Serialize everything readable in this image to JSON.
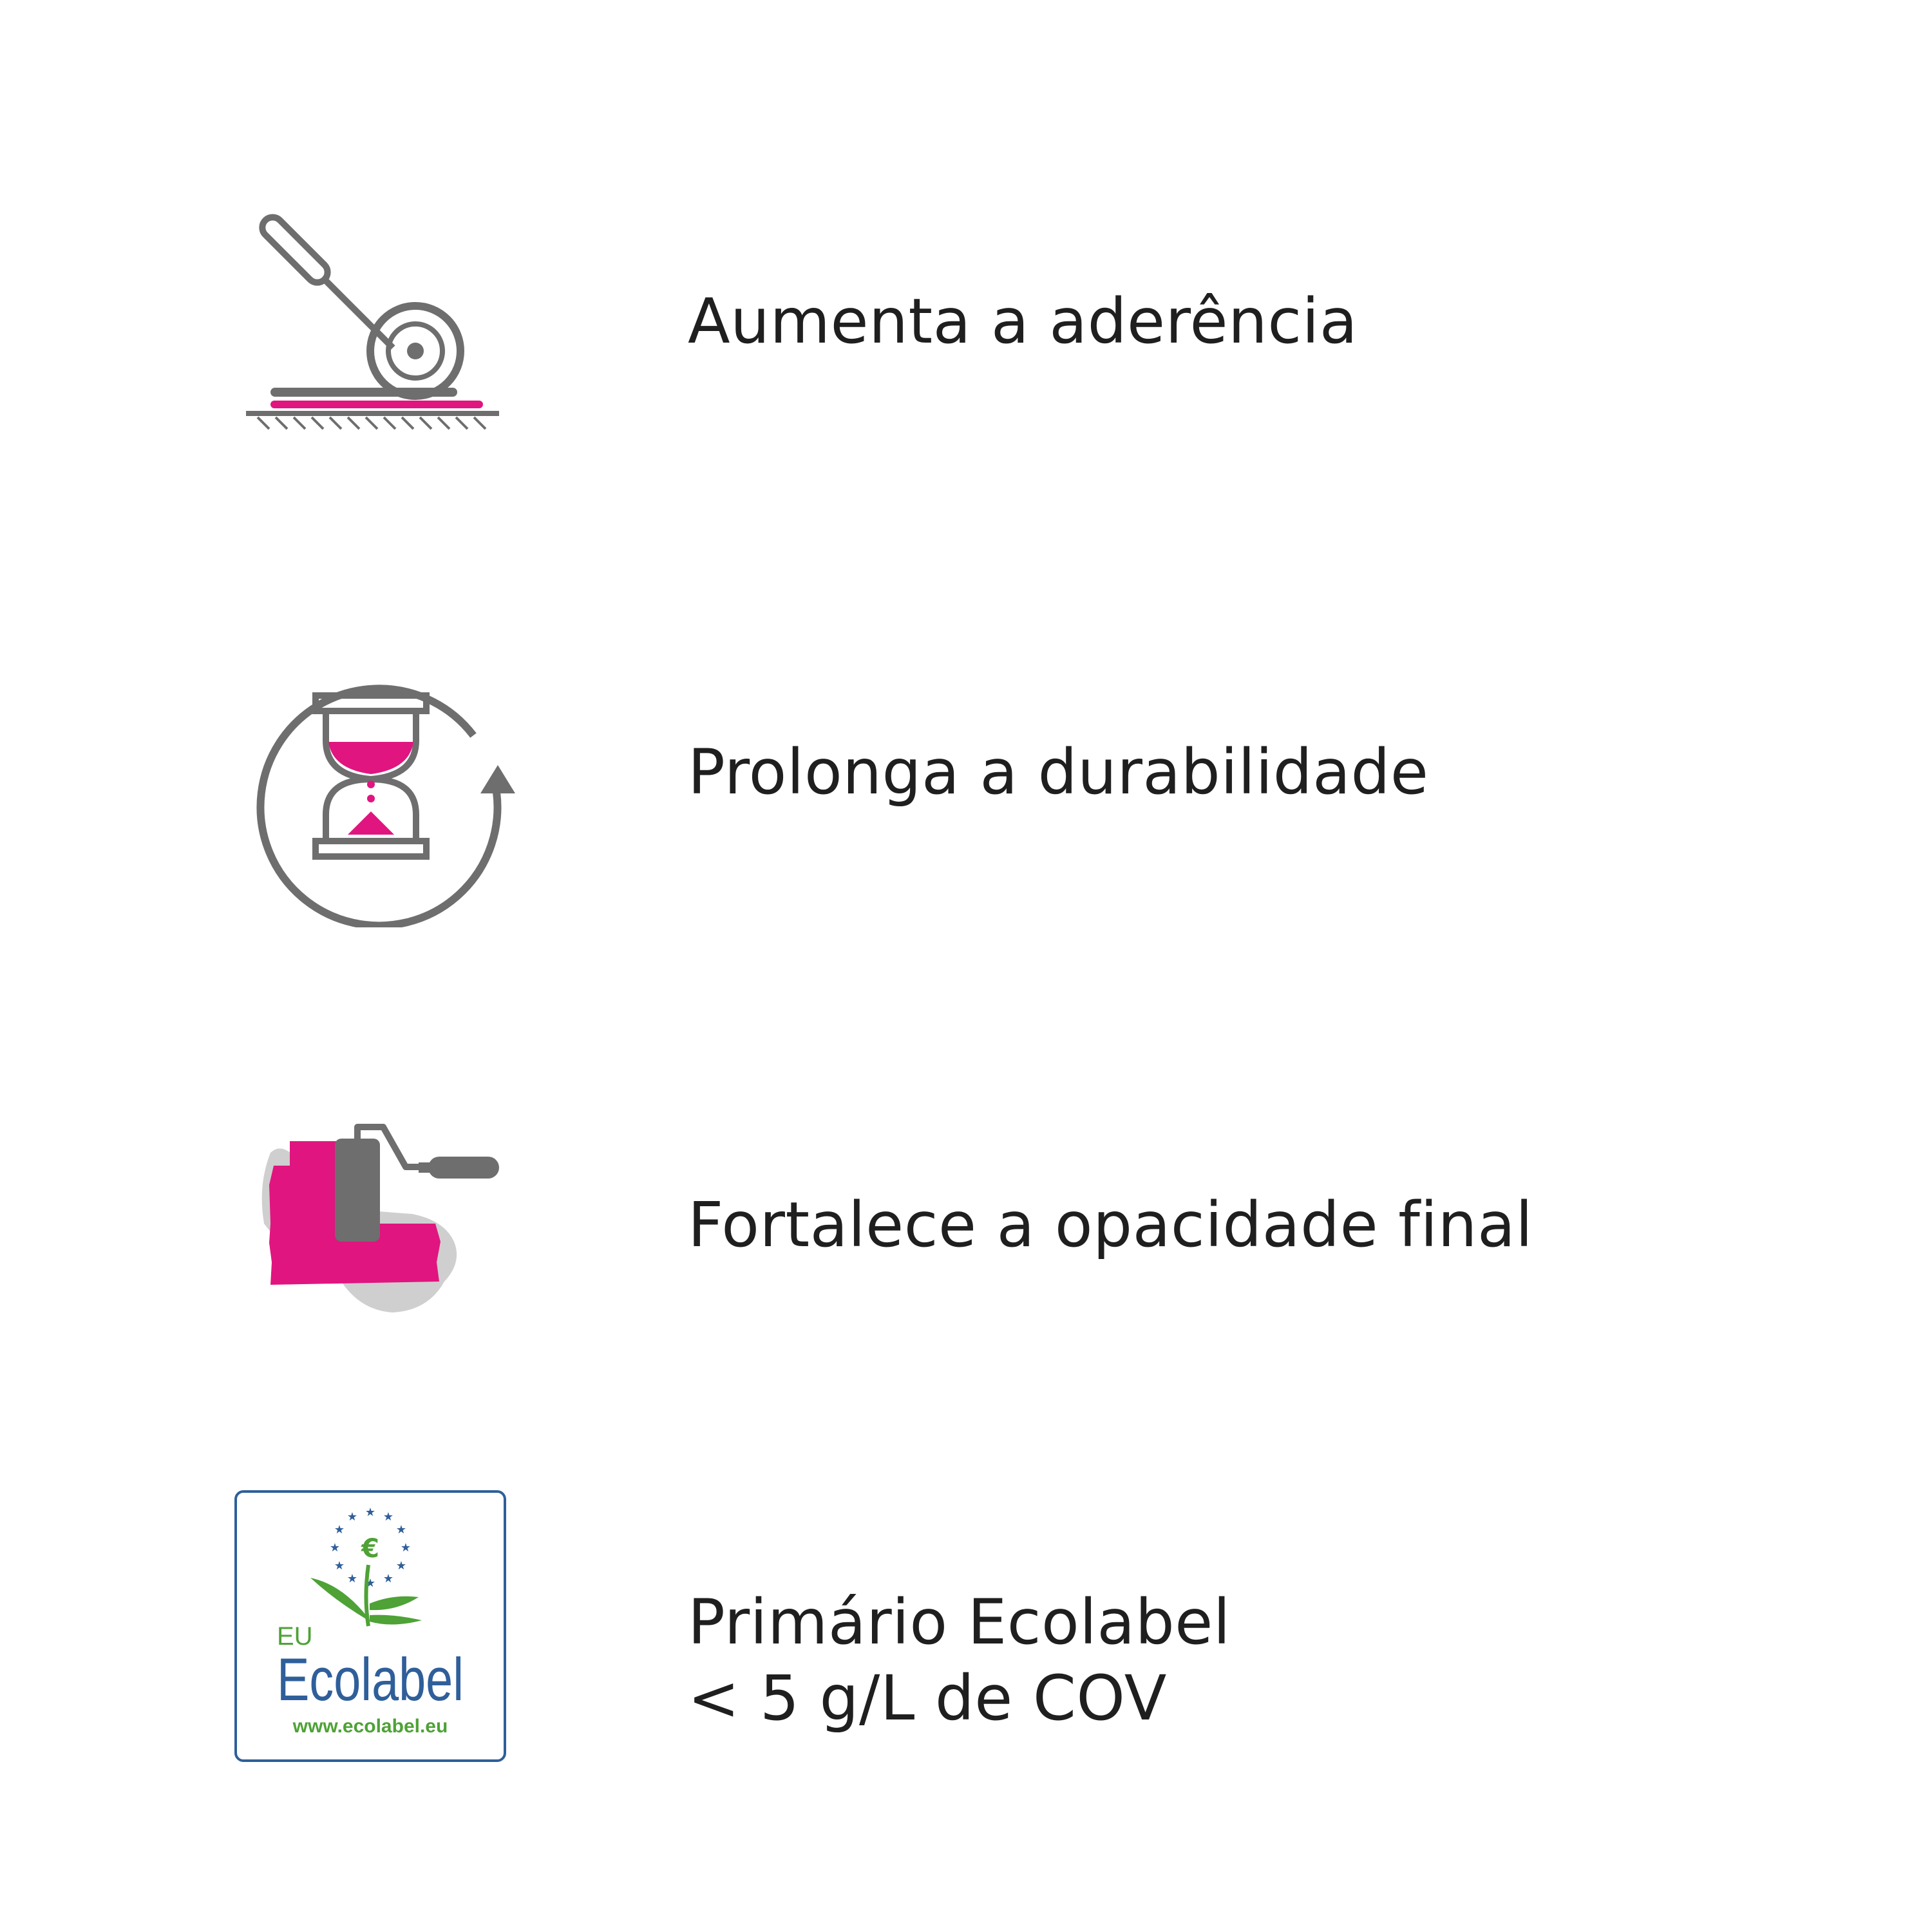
{
  "colors": {
    "text": "#1f1f1f",
    "icon_gray": "#6e6e6e",
    "light_gray": "#cfcfcf",
    "accent_magenta": "#e0157f",
    "eco_blue": "#2f5f9a",
    "eco_green": "#4ea236",
    "eco_border": "#2f5f9a"
  },
  "features": [
    {
      "icon": "roller-adhesion-icon",
      "text": "Aumenta a aderência"
    },
    {
      "icon": "hourglass-durability-icon",
      "text": "Prolonga a durabilidade"
    },
    {
      "icon": "paint-roller-opacity-icon",
      "text": "Fortalece a opacidade final"
    },
    {
      "icon": "eu-ecolabel-logo",
      "text_line1": "Primário Ecolabel",
      "text_line2": "< 5 g/L de COV",
      "logo": {
        "eu": "EU",
        "name": "Ecolabel",
        "url": "www.ecolabel.eu"
      }
    }
  ]
}
